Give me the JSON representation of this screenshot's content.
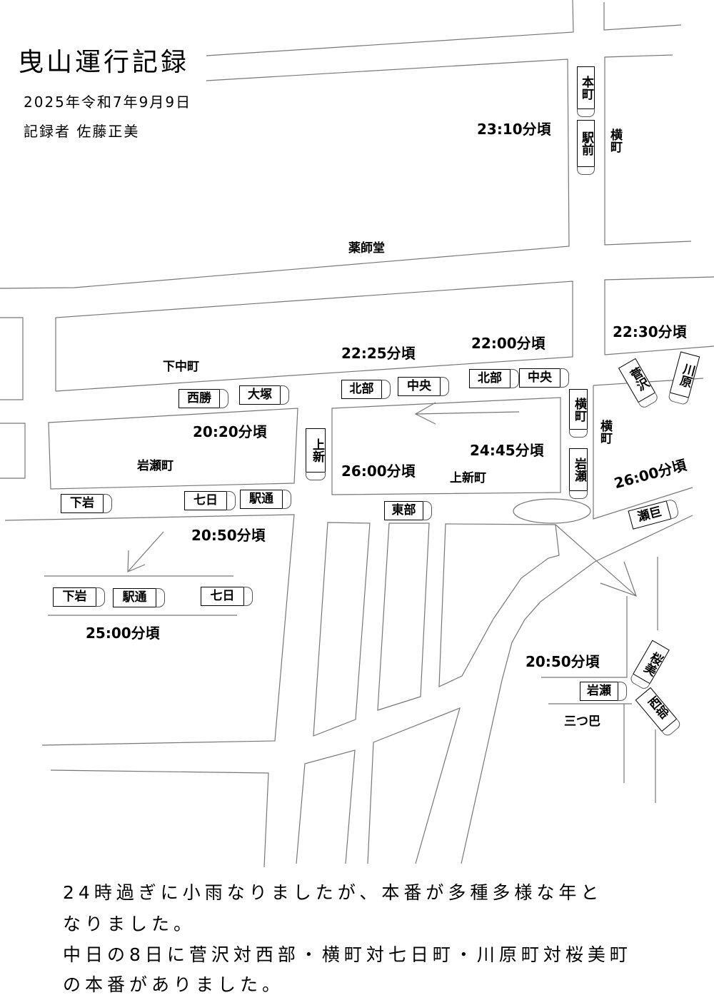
{
  "header": {
    "title": "曳山運行記録",
    "date": "2025年令和7年9月9日",
    "recorder": "記録者 佐藤正美"
  },
  "times": {
    "t2310": "23:10分頃",
    "t2225": "22:25分頃",
    "t2200": "22:00分頃",
    "t2230": "22:30分頃",
    "t2020": "20:20分頃",
    "t2600_center": "26:00分頃",
    "t2445": "24:45分頃",
    "t2600_right": "26:00分頃",
    "t2050_left": "20:50分頃",
    "t2500": "25:00分頃",
    "t2050_right": "20:50分頃"
  },
  "places": {
    "yakushido": "薬師堂",
    "yokomachi_top": "横町",
    "shimonakamachi": "下中町",
    "iwasemachi": "岩瀬町",
    "kamishinmachi": "上新町",
    "yokomachi_mid": "横町",
    "mitsudomoe": "三つ巴"
  },
  "floats": {
    "honmachi": "本町",
    "ekimae": "駅前",
    "hokubu1": "北部",
    "chuo1": "中央",
    "hokubu2": "北部",
    "chuo2": "中央",
    "saisho": "西勝",
    "otsuka": "大塚",
    "kamishin": "上新",
    "yokomachi": "横町",
    "iwase1": "岩瀬",
    "sugesawa": "菅沢",
    "kawahara": "川原",
    "iwase_rot": "瀬巨",
    "shimoiwa1": "下岩",
    "nanoka1": "七日",
    "ekidori1": "駅通",
    "tobu": "東部",
    "shimoiwa2": "下岩",
    "ekidori2": "駅通",
    "nanoka2": "七日",
    "oumi": "桜美",
    "iwase2": "岩瀬",
    "seibu": "西部"
  },
  "notes": [
    "24時過ぎに小雨なりましたが、本番が多種多様な年と",
    "なりました。",
    "中日の8日に菅沢対西部・横町対七日町・川原町対桜美町",
    "の本番がありました。"
  ]
}
